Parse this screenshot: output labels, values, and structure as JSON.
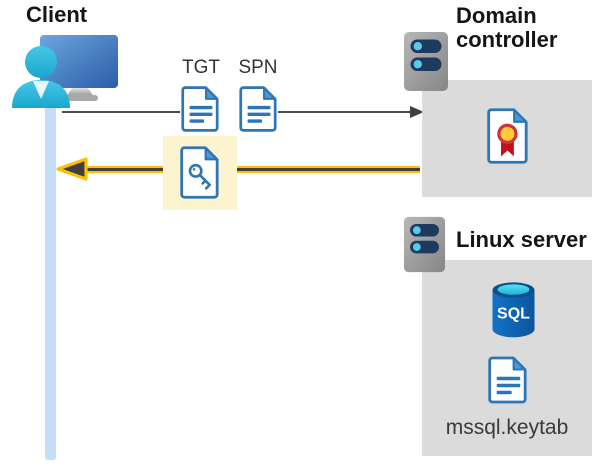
{
  "client": {
    "label": "Client"
  },
  "tickets": {
    "tgt_label": "TGT",
    "spn_label": "SPN"
  },
  "domain_controller": {
    "label": "Domain controller"
  },
  "linux_server": {
    "label": "Linux server",
    "sql_badge": "SQL",
    "file_label": "mssql.keytab"
  },
  "icons": {
    "client": "user-at-monitor-icon",
    "tgt": "document-icon",
    "spn": "document-icon",
    "session_ticket": "key-document-icon",
    "domain_controller": "server-icon",
    "domain_controller_content": "certificate-icon",
    "linux_server": "server-icon",
    "database": "sql-database-icon",
    "keytab_file": "document-icon"
  },
  "colors": {
    "request_arrow": "#4a4a4a",
    "response_arrow_yellow": "#ffc000",
    "response_arrow_dark": "#3f3f3f",
    "highlight_yellow": "#fbf4ce",
    "panel_gray": "#dbdbdb",
    "document_blue": "#2e75b6",
    "client_bar_blue": "#c5ddf6",
    "sql_body_blue": "#0f5fad",
    "certificate_red": "#c50f1f",
    "certificate_gold": "#ffc83d",
    "server_pill_navy": "#1e3a5e",
    "server_dot_cyan": "#59c9ea"
  }
}
